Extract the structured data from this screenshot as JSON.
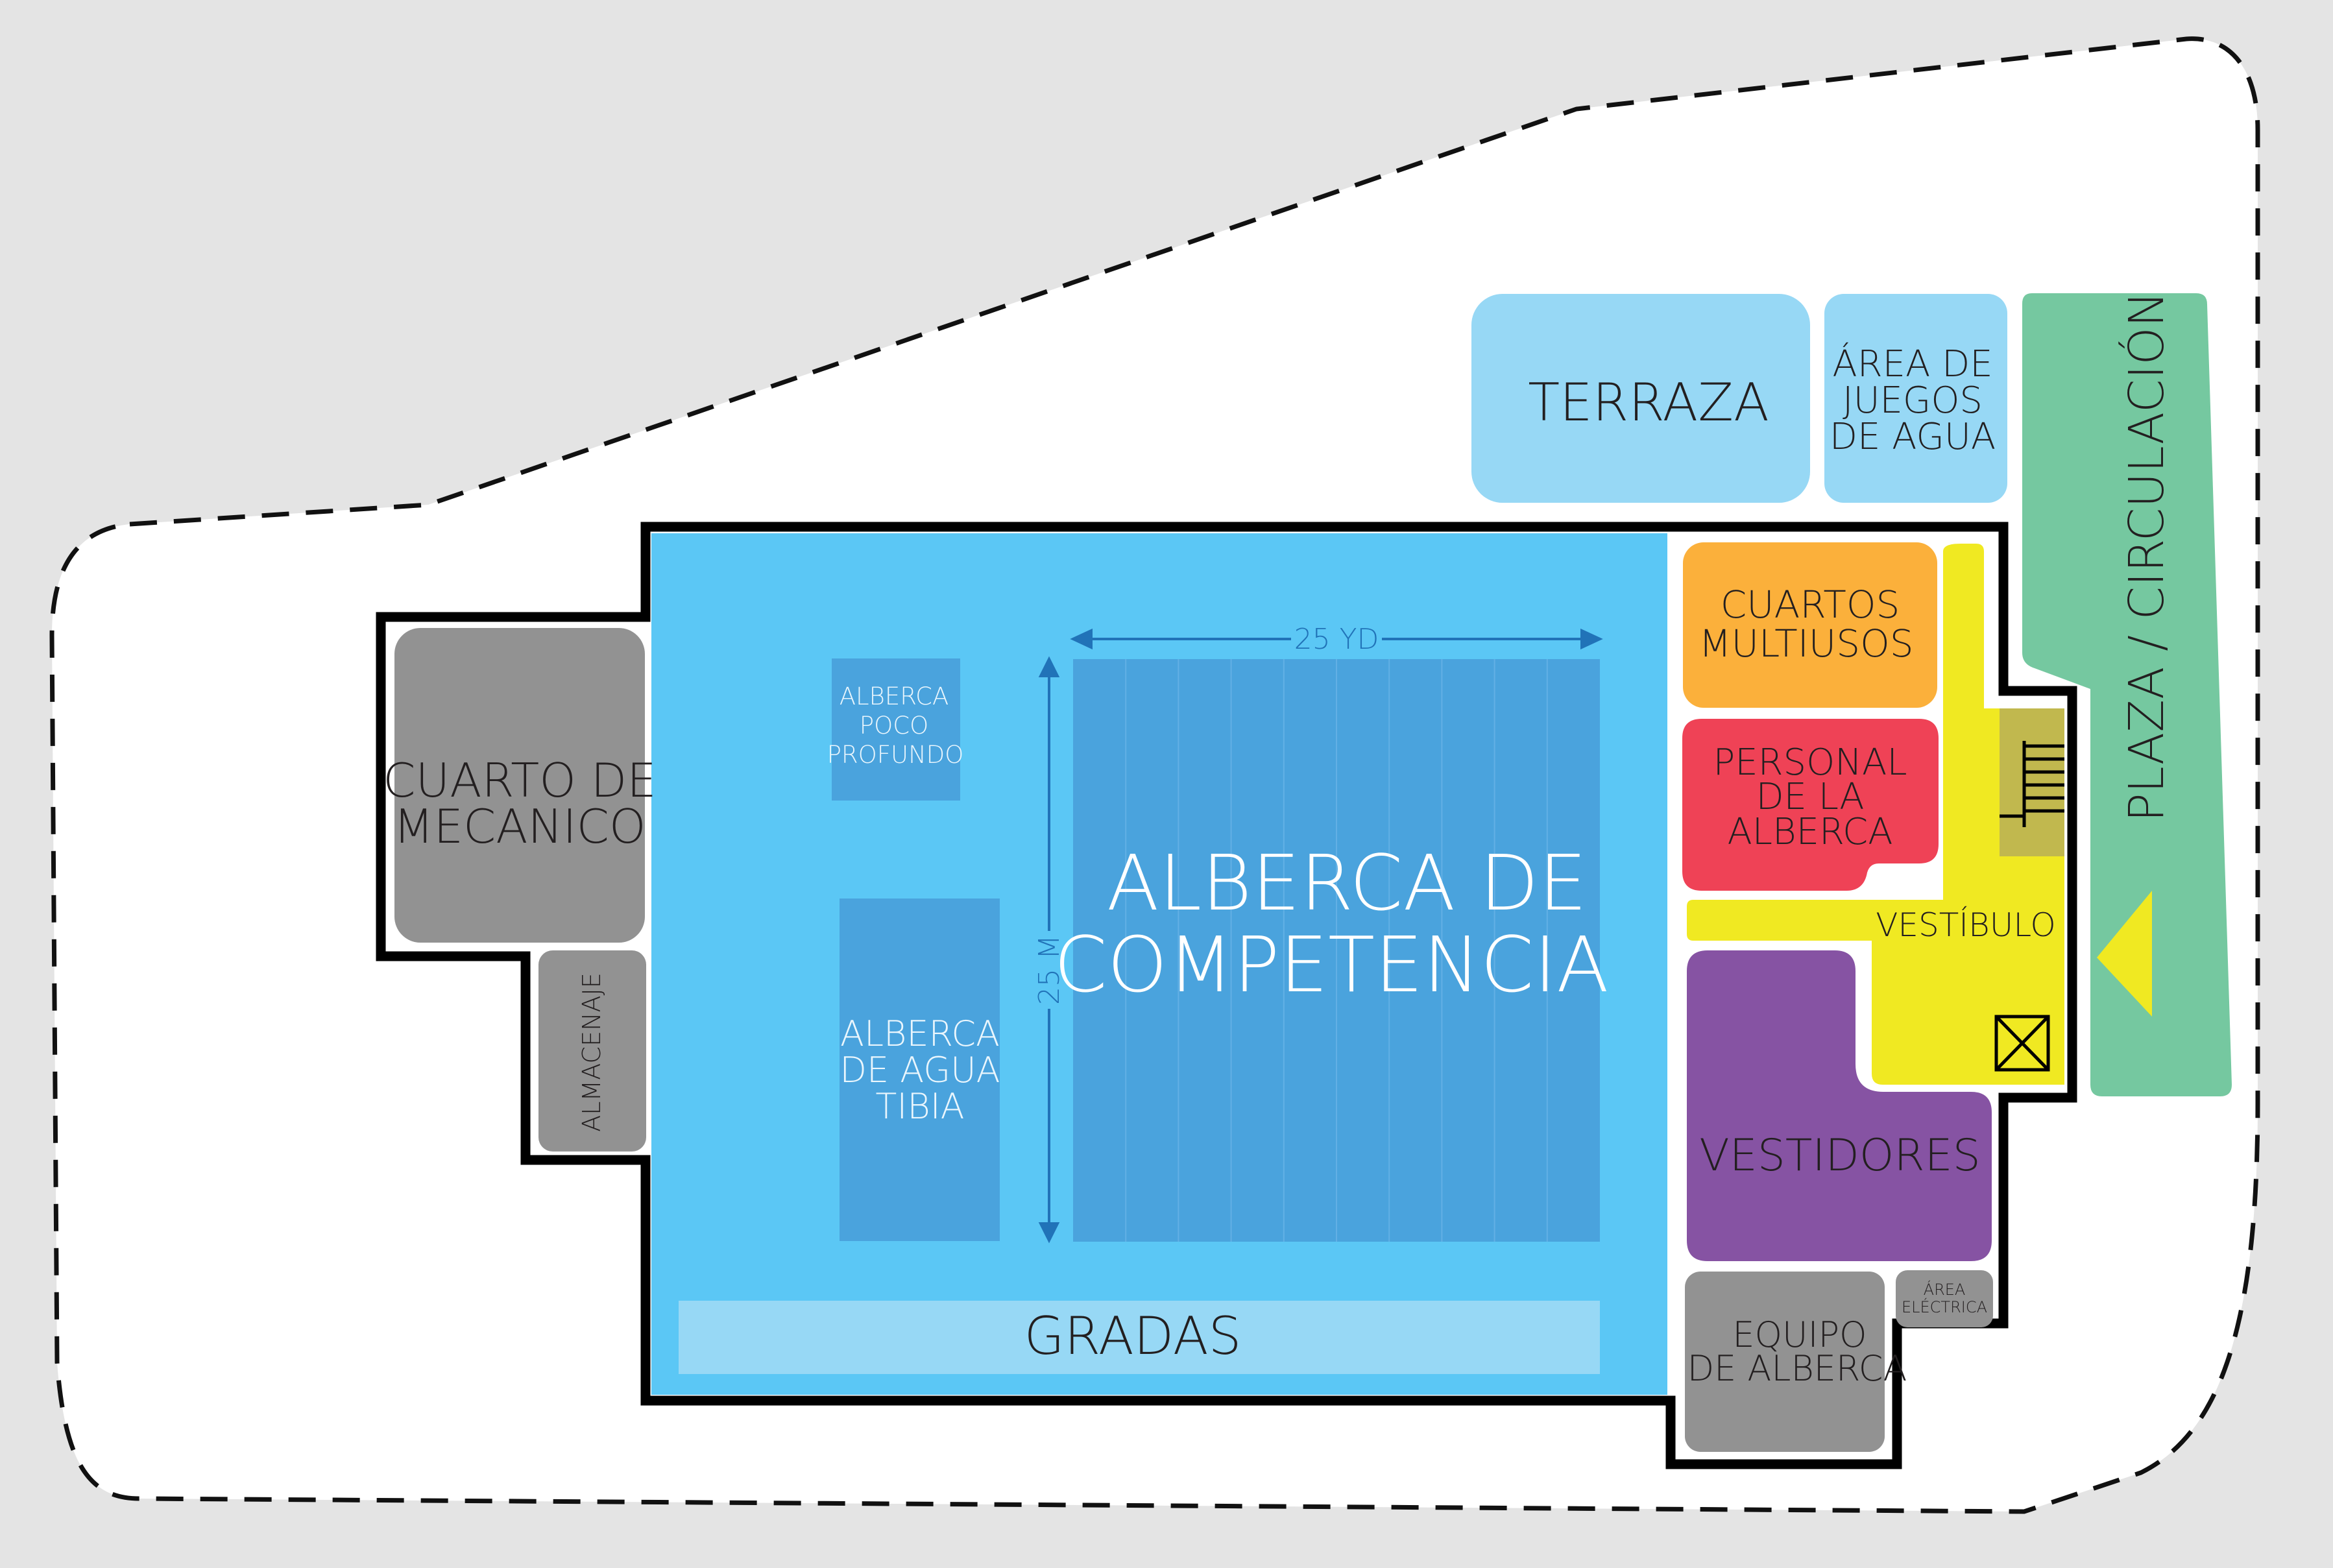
{
  "rooms": {
    "terraza": "TERRAZA",
    "juegos": [
      "ÁREA DE",
      "JUEGOS",
      "DE AGUA"
    ],
    "plaza": "PLAZA / CIRCULACIÓN",
    "cuartos": [
      "CUARTOS",
      "MULTIUSOS"
    ],
    "personal": [
      "PERSONAL",
      "DE LA",
      "ALBERCA"
    ],
    "vestibulo": "VESTÍBULO",
    "vestidores": "VESTIDORES",
    "equipo": [
      "EQUIPO",
      "DE ALBERCA"
    ],
    "electrica": [
      "ÁREA",
      "ELÉCTRICA"
    ],
    "mecanico": [
      "CUARTO DE",
      "MECANICO"
    ],
    "almacenaje": "ALMACENAJE",
    "poco": [
      "ALBERCA",
      "POCO",
      "PROFUNDO"
    ],
    "tibia": [
      "ALBERCA",
      "DE AGUA",
      "TIBIA"
    ],
    "competencia": [
      "ALBERCA DE",
      "COMPETENCIA"
    ],
    "gradas": "GRADAS"
  },
  "dimensions": {
    "width_label": "25 YD",
    "length_label": "25 M"
  },
  "colors": {
    "background": "#e4e4e4",
    "site": "#ffffff",
    "natatorium": "#5bc7f5",
    "pool": "#4aa3dd",
    "light_blue": "#97d8f5",
    "plaza": "#75c8a0",
    "cuartos": "#fbb03b",
    "personal": "#ef4256",
    "vestibulo": "#f0e922",
    "vestidores": "#8653a3",
    "gray": "#929292"
  }
}
